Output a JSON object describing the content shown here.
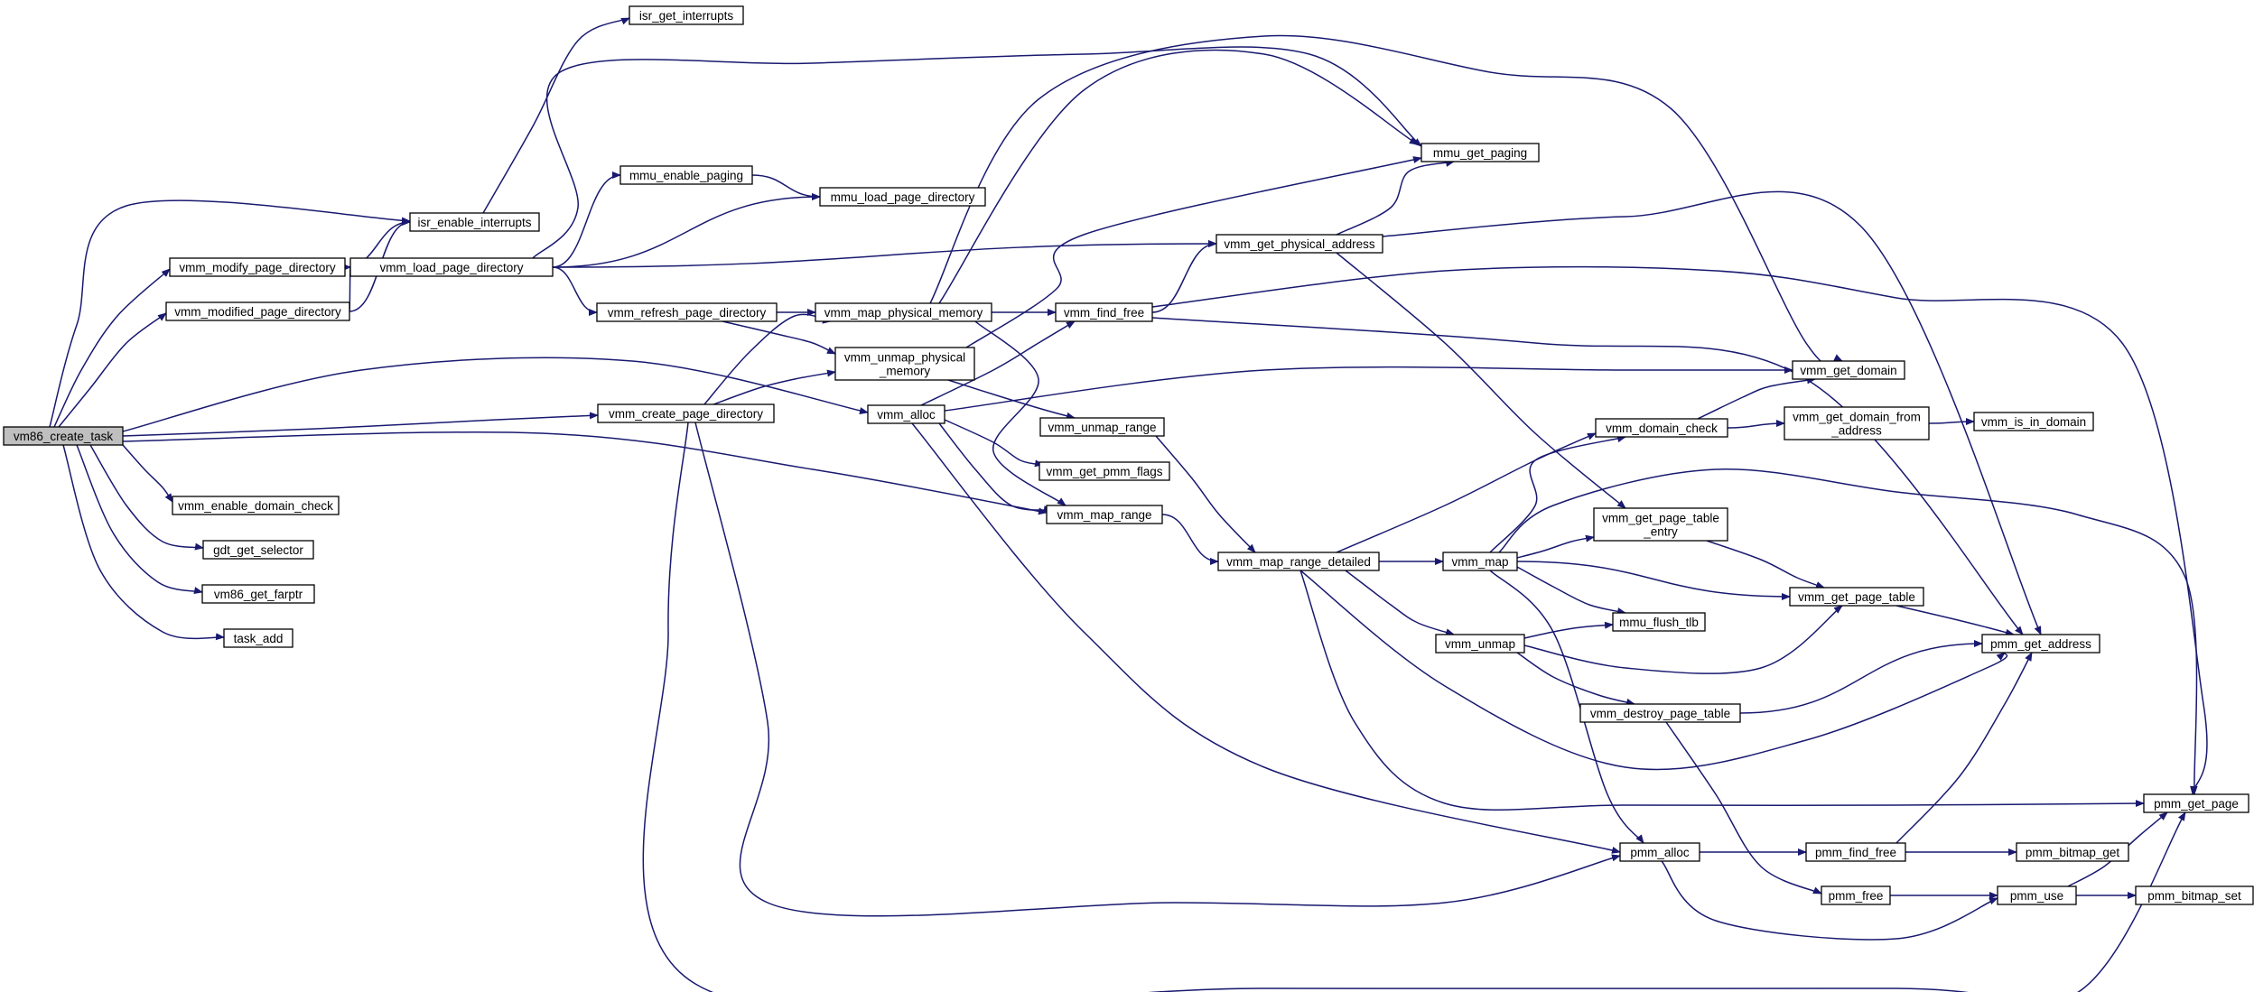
{
  "nodes": [
    {
      "id": "vm86_create_task",
      "lines": [
        "vm86_create_task"
      ],
      "root": true
    },
    {
      "id": "isr_get_interrupts",
      "lines": [
        "isr_get_interrupts"
      ]
    },
    {
      "id": "isr_enable_interrupts",
      "lines": [
        "isr_enable_interrupts"
      ]
    },
    {
      "id": "vmm_modify_page_directory",
      "lines": [
        "vmm_modify_page_directory"
      ]
    },
    {
      "id": "vmm_modified_page_directory",
      "lines": [
        "vmm_modified_page_directory"
      ]
    },
    {
      "id": "vmm_load_page_directory",
      "lines": [
        "vmm_load_page_directory"
      ]
    },
    {
      "id": "mmu_enable_paging",
      "lines": [
        "mmu_enable_paging"
      ]
    },
    {
      "id": "mmu_load_page_directory",
      "lines": [
        "mmu_load_page_directory"
      ]
    },
    {
      "id": "vmm_refresh_page_directory",
      "lines": [
        "vmm_refresh_page_directory"
      ]
    },
    {
      "id": "vmm_map_physical_memory",
      "lines": [
        "vmm_map_physical_memory"
      ]
    },
    {
      "id": "vmm_unmap_physical_memory",
      "lines": [
        "vmm_unmap_physical",
        "_memory"
      ]
    },
    {
      "id": "vmm_create_page_directory",
      "lines": [
        "vmm_create_page_directory"
      ]
    },
    {
      "id": "vmm_alloc",
      "lines": [
        "vmm_alloc"
      ]
    },
    {
      "id": "vmm_unmap_range",
      "lines": [
        "vmm_unmap_range"
      ]
    },
    {
      "id": "vmm_get_pmm_flags",
      "lines": [
        "vmm_get_pmm_flags"
      ]
    },
    {
      "id": "vmm_map_range",
      "lines": [
        "vmm_map_range"
      ]
    },
    {
      "id": "vmm_enable_domain_check",
      "lines": [
        "vmm_enable_domain_check"
      ]
    },
    {
      "id": "gdt_get_selector",
      "lines": [
        "gdt_get_selector"
      ]
    },
    {
      "id": "vm86_get_farptr",
      "lines": [
        "vm86_get_farptr"
      ]
    },
    {
      "id": "task_add",
      "lines": [
        "task_add"
      ]
    },
    {
      "id": "mmu_get_paging",
      "lines": [
        "mmu_get_paging"
      ]
    },
    {
      "id": "vmm_get_physical_address",
      "lines": [
        "vmm_get_physical_address"
      ]
    },
    {
      "id": "vmm_find_free",
      "lines": [
        "vmm_find_free"
      ]
    },
    {
      "id": "vmm_map_range_detailed",
      "lines": [
        "vmm_map_range_detailed"
      ]
    },
    {
      "id": "vmm_get_domain",
      "lines": [
        "vmm_get_domain"
      ]
    },
    {
      "id": "vmm_domain_check",
      "lines": [
        "vmm_domain_check"
      ]
    },
    {
      "id": "vmm_get_domain_from_address",
      "lines": [
        "vmm_get_domain_from",
        "_address"
      ]
    },
    {
      "id": "vmm_is_in_domain",
      "lines": [
        "vmm_is_in_domain"
      ]
    },
    {
      "id": "vmm_get_page_table_entry",
      "lines": [
        "vmm_get_page_table",
        "_entry"
      ]
    },
    {
      "id": "vmm_map",
      "lines": [
        "vmm_map"
      ]
    },
    {
      "id": "vmm_get_page_table",
      "lines": [
        "vmm_get_page_table"
      ]
    },
    {
      "id": "mmu_flush_tlb",
      "lines": [
        "mmu_flush_tlb"
      ]
    },
    {
      "id": "vmm_unmap",
      "lines": [
        "vmm_unmap"
      ]
    },
    {
      "id": "pmm_get_address",
      "lines": [
        "pmm_get_address"
      ]
    },
    {
      "id": "vmm_destroy_page_table",
      "lines": [
        "vmm_destroy_page_table"
      ]
    },
    {
      "id": "pmm_get_page",
      "lines": [
        "pmm_get_page"
      ]
    },
    {
      "id": "pmm_alloc",
      "lines": [
        "pmm_alloc"
      ]
    },
    {
      "id": "pmm_find_free",
      "lines": [
        "pmm_find_free"
      ]
    },
    {
      "id": "pmm_bitmap_get",
      "lines": [
        "pmm_bitmap_get"
      ]
    },
    {
      "id": "pmm_free",
      "lines": [
        "pmm_free"
      ]
    },
    {
      "id": "pmm_use",
      "lines": [
        "pmm_use"
      ]
    },
    {
      "id": "pmm_bitmap_set",
      "lines": [
        "pmm_bitmap_set"
      ]
    }
  ],
  "edges": [
    [
      "vm86_create_task",
      "isr_enable_interrupts"
    ],
    [
      "vm86_create_task",
      "vmm_modify_page_directory"
    ],
    [
      "vm86_create_task",
      "vmm_modified_page_directory"
    ],
    [
      "vm86_create_task",
      "vmm_alloc"
    ],
    [
      "vm86_create_task",
      "vmm_create_page_directory"
    ],
    [
      "vm86_create_task",
      "vmm_map_range"
    ],
    [
      "vm86_create_task",
      "vmm_enable_domain_check"
    ],
    [
      "vm86_create_task",
      "gdt_get_selector"
    ],
    [
      "vm86_create_task",
      "vm86_get_farptr"
    ],
    [
      "vm86_create_task",
      "task_add"
    ],
    [
      "isr_enable_interrupts",
      "isr_get_interrupts"
    ],
    [
      "vmm_modify_page_directory",
      "isr_enable_interrupts"
    ],
    [
      "vmm_modify_page_directory",
      "vmm_load_page_directory"
    ],
    [
      "vmm_modified_page_directory",
      "isr_enable_interrupts"
    ],
    [
      "vmm_modified_page_directory",
      "vmm_load_page_directory"
    ],
    [
      "vmm_load_page_directory",
      "mmu_get_paging"
    ],
    [
      "vmm_load_page_directory",
      "mmu_enable_paging"
    ],
    [
      "vmm_load_page_directory",
      "mmu_load_page_directory"
    ],
    [
      "vmm_load_page_directory",
      "vmm_get_physical_address"
    ],
    [
      "vmm_load_page_directory",
      "vmm_refresh_page_directory"
    ],
    [
      "mmu_enable_paging",
      "mmu_load_page_directory"
    ],
    [
      "vmm_refresh_page_directory",
      "vmm_map_physical_memory"
    ],
    [
      "vmm_refresh_page_directory",
      "vmm_unmap_physical_memory"
    ],
    [
      "vmm_create_page_directory",
      "vmm_map_physical_memory"
    ],
    [
      "vmm_create_page_directory",
      "vmm_unmap_physical_memory"
    ],
    [
      "vmm_create_page_directory",
      "pmm_alloc"
    ],
    [
      "vmm_create_page_directory",
      "pmm_get_page"
    ],
    [
      "vmm_map_physical_memory",
      "mmu_get_paging"
    ],
    [
      "vmm_map_physical_memory",
      "vmm_get_domain"
    ],
    [
      "vmm_map_physical_memory",
      "vmm_find_free"
    ],
    [
      "vmm_map_physical_memory",
      "vmm_map_range"
    ],
    [
      "vmm_unmap_physical_memory",
      "mmu_get_paging"
    ],
    [
      "vmm_unmap_physical_memory",
      "vmm_unmap_range"
    ],
    [
      "vmm_alloc",
      "vmm_find_free"
    ],
    [
      "vmm_alloc",
      "vmm_get_domain"
    ],
    [
      "vmm_alloc",
      "vmm_get_pmm_flags"
    ],
    [
      "vmm_alloc",
      "vmm_map_range"
    ],
    [
      "vmm_alloc",
      "pmm_alloc"
    ],
    [
      "vmm_unmap_range",
      "vmm_map_range_detailed"
    ],
    [
      "vmm_map_range",
      "vmm_map_range_detailed"
    ],
    [
      "vmm_get_physical_address",
      "mmu_get_paging"
    ],
    [
      "vmm_get_physical_address",
      "pmm_get_address"
    ],
    [
      "vmm_get_physical_address",
      "vmm_get_page_table_entry"
    ],
    [
      "vmm_find_free",
      "vmm_get_physical_address"
    ],
    [
      "vmm_find_free",
      "pmm_get_page"
    ],
    [
      "vmm_find_free",
      "pmm_get_address"
    ],
    [
      "vmm_map_range_detailed",
      "vmm_domain_check"
    ],
    [
      "vmm_map_range_detailed",
      "vmm_map"
    ],
    [
      "vmm_map_range_detailed",
      "vmm_unmap"
    ],
    [
      "vmm_map_range_detailed",
      "pmm_get_address"
    ],
    [
      "vmm_map_range_detailed",
      "pmm_get_page"
    ],
    [
      "vmm_domain_check",
      "vmm_get_domain"
    ],
    [
      "vmm_domain_check",
      "vmm_get_domain_from_address"
    ],
    [
      "vmm_get_domain_from_address",
      "vmm_is_in_domain"
    ],
    [
      "vmm_map",
      "vmm_domain_check"
    ],
    [
      "vmm_map",
      "vmm_get_page_table_entry"
    ],
    [
      "vmm_map",
      "vmm_get_page_table"
    ],
    [
      "vmm_map",
      "mmu_flush_tlb"
    ],
    [
      "vmm_map",
      "pmm_alloc"
    ],
    [
      "vmm_map",
      "pmm_get_page"
    ],
    [
      "vmm_get_page_table_entry",
      "vmm_get_page_table"
    ],
    [
      "vmm_get_page_table",
      "pmm_get_address"
    ],
    [
      "vmm_unmap",
      "mmu_flush_tlb"
    ],
    [
      "vmm_unmap",
      "vmm_get_page_table"
    ],
    [
      "vmm_unmap",
      "vmm_destroy_page_table"
    ],
    [
      "vmm_destroy_page_table",
      "pmm_get_address"
    ],
    [
      "vmm_destroy_page_table",
      "pmm_free"
    ],
    [
      "pmm_alloc",
      "pmm_find_free"
    ],
    [
      "pmm_alloc",
      "pmm_use"
    ],
    [
      "pmm_find_free",
      "pmm_get_address"
    ],
    [
      "pmm_find_free",
      "pmm_bitmap_get"
    ],
    [
      "pmm_free",
      "pmm_use"
    ],
    [
      "pmm_use",
      "pmm_get_page"
    ],
    [
      "pmm_use",
      "pmm_bitmap_set"
    ]
  ]
}
